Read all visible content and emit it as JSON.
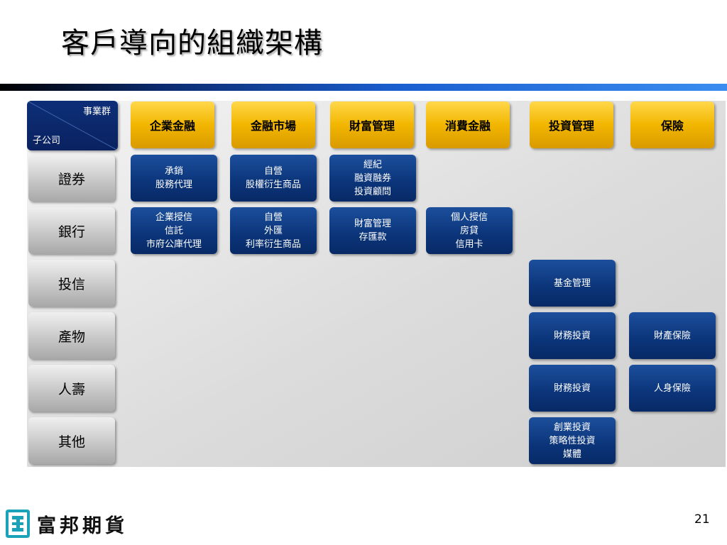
{
  "title": "客戶導向的組織架構",
  "corner": {
    "top_label": "事業群",
    "bottom_label": "子公司"
  },
  "columns": [
    "企業金融",
    "金融市場",
    "財富管理",
    "消費金融",
    "投資管理",
    "保險"
  ],
  "rows": [
    "證券",
    "銀行",
    "投信",
    "產物",
    "人壽",
    "其他"
  ],
  "cells": {
    "securities": {
      "corporate": [
        "承銷",
        "股務代理"
      ],
      "markets": [
        "自營",
        "股權衍生商品"
      ],
      "wealth": [
        "經紀",
        "融資融券",
        "投資顧問"
      ]
    },
    "bank": {
      "corporate": [
        "企業授信",
        "信託",
        "市府公庫代理"
      ],
      "markets": [
        "自營",
        "外匯",
        "利率衍生商品"
      ],
      "wealth": [
        "財富管理",
        "存匯款"
      ],
      "consumer": [
        "個人授信",
        "房貸",
        "信用卡"
      ]
    },
    "investment_trust": {
      "investment": [
        "基金管理"
      ]
    },
    "property": {
      "investment": [
        "財務投資"
      ],
      "insurance": [
        "財產保險"
      ]
    },
    "life": {
      "investment": [
        "財務投資"
      ],
      "insurance": [
        "人身保險"
      ]
    },
    "other": {
      "investment": [
        "創業投資",
        "策略性投資",
        "媒體"
      ]
    }
  },
  "footer": {
    "company": "富邦期貨",
    "page_number": "21"
  },
  "colors": {
    "column_header": "#f2b600",
    "row_header": "#c8c8c8",
    "cell": "#0b3479",
    "corner": "#0d2f78",
    "title_rule": "#1a5fd0"
  },
  "icons": {
    "logo": "fubon-logo-icon"
  }
}
